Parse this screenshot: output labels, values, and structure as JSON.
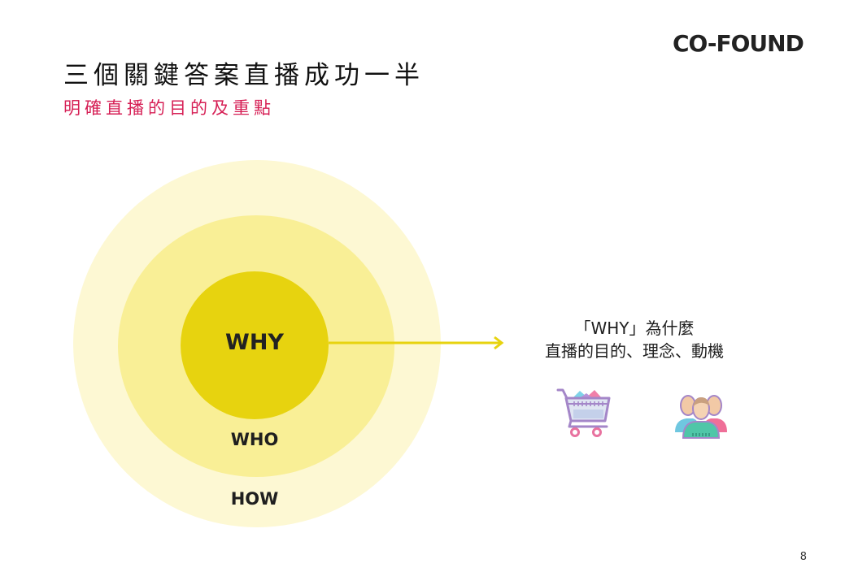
{
  "logo": {
    "text": "CO-FOUND"
  },
  "header": {
    "title": "三個關鍵答案直播成功一半",
    "subtitle": "明確直播的目的及重點"
  },
  "diagram": {
    "inner_label": "WHY",
    "middle_label": "WHO",
    "outer_label": "HOW",
    "colors": {
      "inner": "#e7d30f",
      "middle": "#f9ef96",
      "outer": "#fdf8d3",
      "arrow": "#e7d30f"
    }
  },
  "explanation": {
    "line1": "「WHY」為什麼",
    "line2": "直播的目的、理念、動機"
  },
  "icons": {
    "cart": "shopping-cart-icon",
    "people": "people-group-icon"
  },
  "footer": {
    "page_number": "8"
  },
  "colors": {
    "subtitle": "#d61f55"
  }
}
